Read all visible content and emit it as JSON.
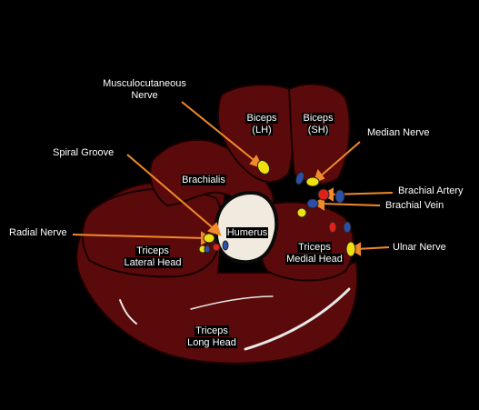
{
  "colors": {
    "background": "#000000",
    "muscle": "#5a0a0a",
    "muscle_outline": "#1a0000",
    "bone": "#f1ebdf",
    "nerve": "#f0e010",
    "artery": "#e0201a",
    "vein": "#2c4fa8",
    "leader": "#f08a2a",
    "text": "#ffffff"
  },
  "labels": {
    "musculocutaneous_1": "Musculocutaneous",
    "musculocutaneous_2": "Nerve",
    "median_nerve": "Median Nerve",
    "spiral_groove": "Spiral Groove",
    "brachial_artery": "Brachial Artery",
    "brachial_vein": "Brachial Vein",
    "radial_nerve": "Radial Nerve",
    "ulnar_nerve": "Ulnar Nerve",
    "biceps_lh_1": "Biceps",
    "biceps_lh_2": "(LH)",
    "biceps_sh_1": "Biceps",
    "biceps_sh_2": "(SH)",
    "brachialis": "Brachialis",
    "humerus": "Humerus",
    "triceps_lateral_1": "Triceps",
    "triceps_lateral_2": "Lateral Head",
    "triceps_medial_1": "Triceps",
    "triceps_medial_2": "Medial Head",
    "triceps_long_1": "Triceps",
    "triceps_long_2": "Long Head"
  }
}
